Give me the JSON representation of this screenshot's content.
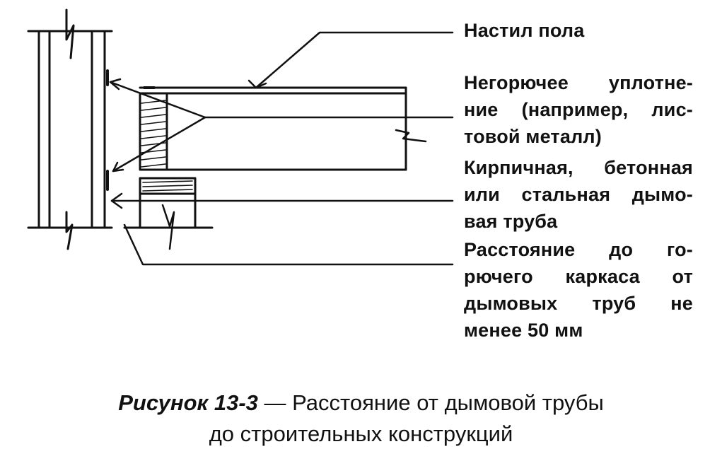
{
  "labels": {
    "floor": [
      "Настил пола"
    ],
    "seal": [
      "Негорючее уплотне-",
      "ние (например, лис-",
      "товой металл)"
    ],
    "chimney": [
      "Кирпичная, бетонная",
      "или стальная дымо-",
      "вая труба"
    ],
    "clearance": [
      "Расстояние до го-",
      "рючего каркаса от",
      "дымовых труб не",
      "менее 50 мм"
    ]
  },
  "caption": {
    "figure": "Рисунок 13-3",
    "dash": " — ",
    "text_line1": "Расстояние от дымовой трубы",
    "text_line2": "до строительных конструкций"
  },
  "colors": {
    "ink": "#111111",
    "paper": "#ffffff"
  }
}
